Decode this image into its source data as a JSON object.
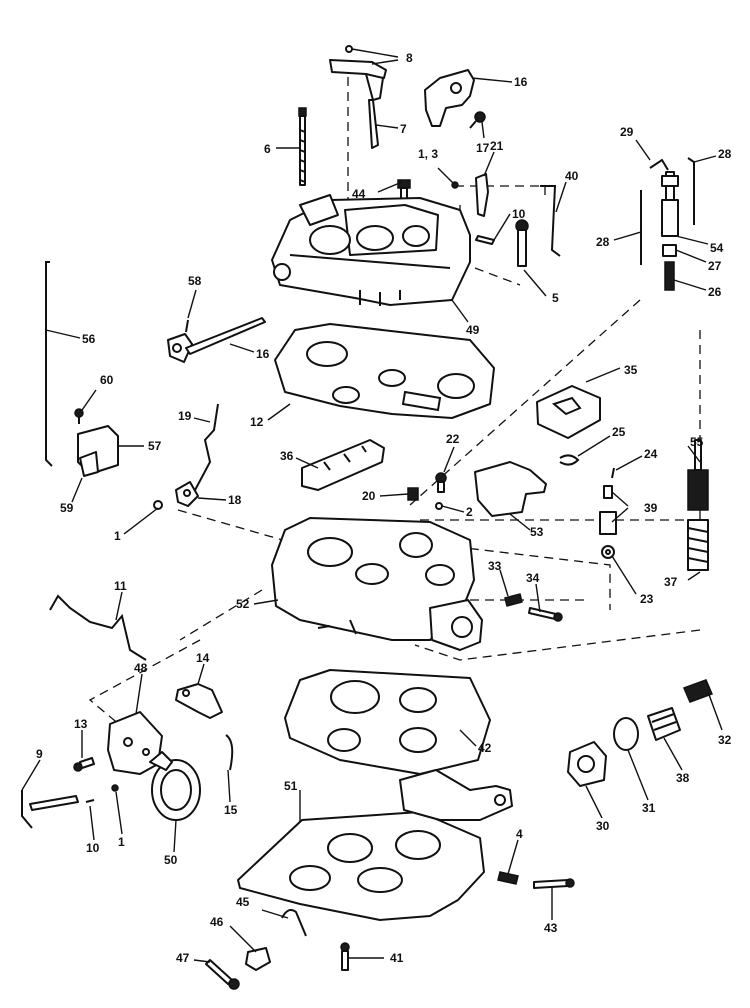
{
  "diagram": {
    "callouts": [
      {
        "id": "c8",
        "label": "8"
      },
      {
        "id": "c16a",
        "label": "16"
      },
      {
        "id": "c7",
        "label": "7"
      },
      {
        "id": "c6",
        "label": "6"
      },
      {
        "id": "c17",
        "label": "17"
      },
      {
        "id": "c21",
        "label": "21"
      },
      {
        "id": "c13x",
        "label": "1, 3"
      },
      {
        "id": "c29",
        "label": "29"
      },
      {
        "id": "c28a",
        "label": "28"
      },
      {
        "id": "c44",
        "label": "44"
      },
      {
        "id": "c40",
        "label": "40"
      },
      {
        "id": "c10a",
        "label": "10"
      },
      {
        "id": "c28b",
        "label": "28"
      },
      {
        "id": "c54",
        "label": "54"
      },
      {
        "id": "c27",
        "label": "27"
      },
      {
        "id": "c26",
        "label": "26"
      },
      {
        "id": "c5",
        "label": "5"
      },
      {
        "id": "c58",
        "label": "58"
      },
      {
        "id": "c49",
        "label": "49"
      },
      {
        "id": "c56",
        "label": "56"
      },
      {
        "id": "c16b",
        "label": "16"
      },
      {
        "id": "c12",
        "label": "12"
      },
      {
        "id": "c35",
        "label": "35"
      },
      {
        "id": "c60",
        "label": "60"
      },
      {
        "id": "c19",
        "label": "19"
      },
      {
        "id": "c57",
        "label": "57"
      },
      {
        "id": "c36",
        "label": "36"
      },
      {
        "id": "c22",
        "label": "22"
      },
      {
        "id": "c25",
        "label": "25"
      },
      {
        "id": "c24",
        "label": "24"
      },
      {
        "id": "c55",
        "label": "55"
      },
      {
        "id": "c59",
        "label": "59"
      },
      {
        "id": "c18",
        "label": "18"
      },
      {
        "id": "c20",
        "label": "20"
      },
      {
        "id": "c2",
        "label": "2"
      },
      {
        "id": "c53",
        "label": "53"
      },
      {
        "id": "c39",
        "label": "39"
      },
      {
        "id": "c1a",
        "label": "1"
      },
      {
        "id": "c33",
        "label": "33"
      },
      {
        "id": "c34",
        "label": "34"
      },
      {
        "id": "c23",
        "label": "23"
      },
      {
        "id": "c37",
        "label": "37"
      },
      {
        "id": "c52",
        "label": "52"
      },
      {
        "id": "c11",
        "label": "11"
      },
      {
        "id": "c14",
        "label": "14"
      },
      {
        "id": "c48",
        "label": "48"
      },
      {
        "id": "c32",
        "label": "32"
      },
      {
        "id": "c42",
        "label": "42"
      },
      {
        "id": "c13",
        "label": "13"
      },
      {
        "id": "c9",
        "label": "9"
      },
      {
        "id": "c15",
        "label": "15"
      },
      {
        "id": "c30",
        "label": "30"
      },
      {
        "id": "c31",
        "label": "31"
      },
      {
        "id": "c38",
        "label": "38"
      },
      {
        "id": "c10b",
        "label": "10"
      },
      {
        "id": "c1b",
        "label": "1"
      },
      {
        "id": "c50",
        "label": "50"
      },
      {
        "id": "c51",
        "label": "51"
      },
      {
        "id": "c4",
        "label": "4"
      },
      {
        "id": "c43",
        "label": "43"
      },
      {
        "id": "c45",
        "label": "45"
      },
      {
        "id": "c46",
        "label": "46"
      },
      {
        "id": "c41",
        "label": "41"
      },
      {
        "id": "c47",
        "label": "47"
      }
    ]
  }
}
